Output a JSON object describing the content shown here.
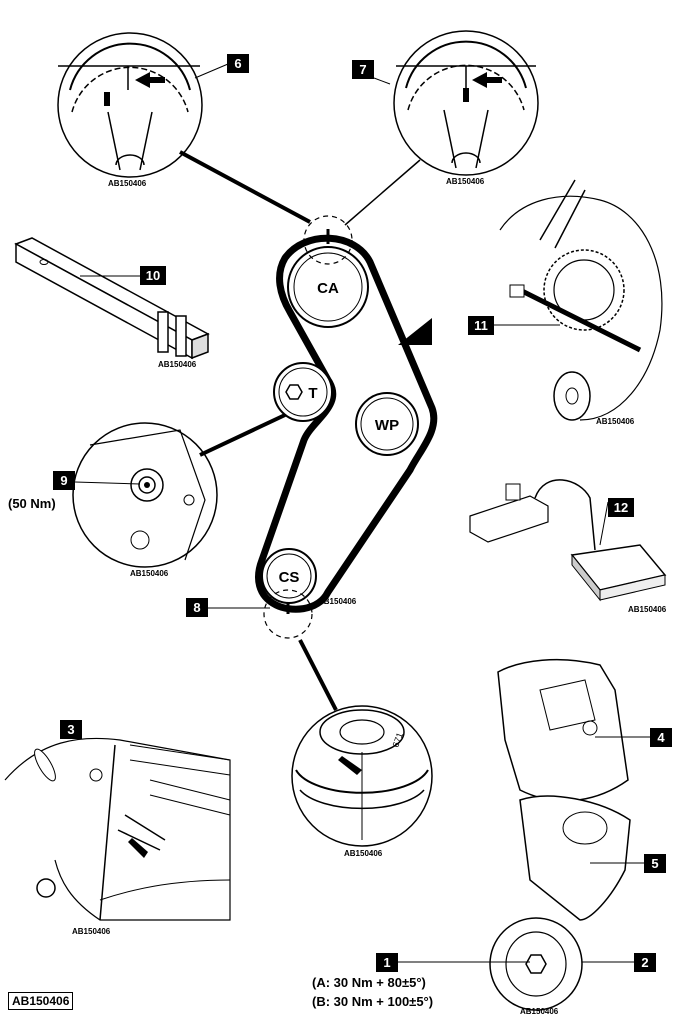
{
  "ref_code": "AB150406",
  "pulleys": {
    "camshaft": "CA",
    "tensioner": "T",
    "water_pump": "WP",
    "crankshaft": "CS"
  },
  "callouts": [
    "1",
    "2",
    "3",
    "4",
    "5",
    "6",
    "7",
    "8",
    "9",
    "10",
    "11",
    "12"
  ],
  "torque": {
    "tensioner": "(50 Nm)",
    "crank_a": "(A: 30 Nm + 80±5°)",
    "crank_b": "(B: 30 Nm + 100±5°)"
  },
  "crank_detail_text": "671"
}
